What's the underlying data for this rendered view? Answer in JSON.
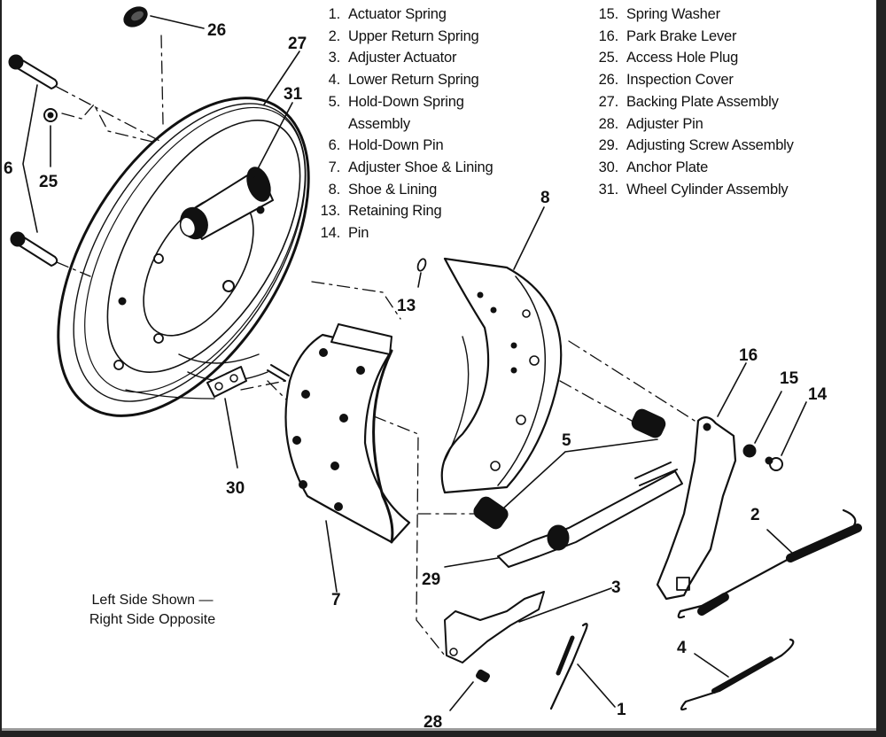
{
  "diagram": {
    "title": "Drum Brake Assembly Exploded View",
    "note_lines": [
      "Left Side Shown —",
      "Right Side Opposite"
    ],
    "legend_left": [
      {
        "num": "1.",
        "label": "Actuator Spring"
      },
      {
        "num": "2.",
        "label": "Upper Return Spring"
      },
      {
        "num": "3.",
        "label": "Adjuster Actuator"
      },
      {
        "num": "4.",
        "label": "Lower Return Spring"
      },
      {
        "num": "5.",
        "label": "Hold-Down Spring",
        "cont": "Assembly"
      },
      {
        "num": "6.",
        "label": "Hold-Down Pin"
      },
      {
        "num": "7.",
        "label": "Adjuster Shoe & Lining"
      },
      {
        "num": "8.",
        "label": "Shoe & Lining"
      },
      {
        "num": "13.",
        "label": "Retaining Ring"
      },
      {
        "num": "14.",
        "label": "Pin"
      }
    ],
    "legend_right": [
      {
        "num": "15.",
        "label": "Spring Washer"
      },
      {
        "num": "16.",
        "label": "Park Brake Lever"
      },
      {
        "num": "25.",
        "label": "Access Hole Plug"
      },
      {
        "num": "26.",
        "label": "Inspection Cover"
      },
      {
        "num": "27.",
        "label": "Backing Plate Assembly"
      },
      {
        "num": "28.",
        "label": "Adjuster Pin"
      },
      {
        "num": "29.",
        "label": "Adjusting Screw Assembly"
      },
      {
        "num": "30.",
        "label": "Anchor Plate"
      },
      {
        "num": "31.",
        "label": "Wheel Cylinder Assembly"
      }
    ],
    "callouts": {
      "c1": "1",
      "c2": "2",
      "c3": "3",
      "c4": "4",
      "c5": "5",
      "c6": "6",
      "c7": "7",
      "c8": "8",
      "c13": "13",
      "c14": "14",
      "c15": "15",
      "c16": "16",
      "c25": "25",
      "c26": "26",
      "c27": "27",
      "c28": "28",
      "c29": "29",
      "c30": "30",
      "c31": "31"
    }
  }
}
